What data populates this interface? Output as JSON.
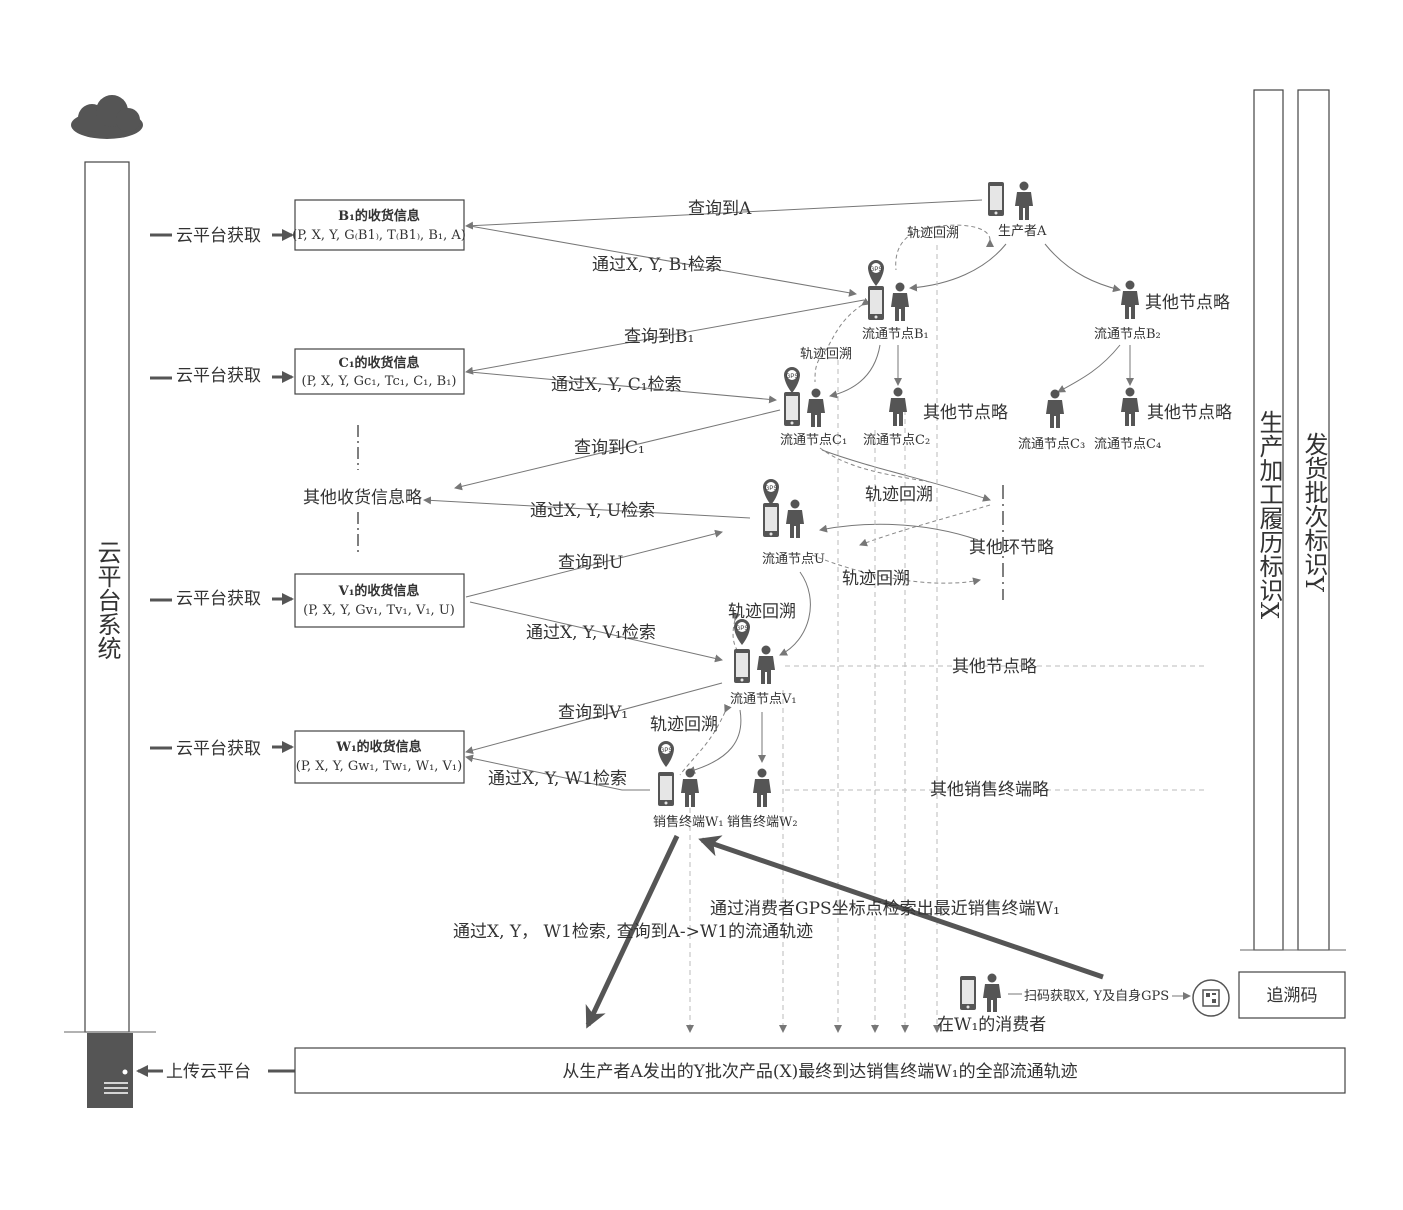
{
  "cloud_system": {
    "label": "云平台系统"
  },
  "side_labels": {
    "production_id": "生产加工履历标识X",
    "shipping_id": "发货批次标识Y"
  },
  "cloud_fetch_label": "云平台获取",
  "upload_label": "上传云平台",
  "info_boxes": {
    "b1": {
      "title": "B₁的收货信息",
      "fields": "(P, X, Y, G₍B1₎, T₍B1₎, B₁, A)"
    },
    "c1": {
      "title": "C₁的收货信息",
      "fields": "(P, X, Y, Gc₁, Tc₁, C₁, B₁)"
    },
    "v1": {
      "title": "V₁的收货信息",
      "fields": "(P, X, Y, Gv₁, Tv₁, V₁, U)"
    },
    "w1": {
      "title": "W₁的收货信息",
      "fields": "(P, X, Y, Gw₁, Tw₁, W₁, V₁)"
    }
  },
  "other_info": "其他收货信息略",
  "edges": {
    "query_a": "查询到A",
    "search_b1": "通过X, Y, B₁检索",
    "query_b1": "查询到B₁",
    "search_c1": "通过X, Y, C₁检索",
    "query_c1": "查询到C₁",
    "search_u": "通过X, Y, U检索",
    "query_u": "查询到U",
    "search_v1": "通过X, Y, V₁检索",
    "query_v1": "查询到V₁",
    "search_w1": "通过X, Y, W1检索"
  },
  "nodes": {
    "producer": "生产者A",
    "b1": "流通节点B₁",
    "b2": "流通节点B₂",
    "c1": "流通节点C₁",
    "c2": "流通节点C₂",
    "c3": "流通节点C₃",
    "c4": "流通节点C₄",
    "u": "流通节点U",
    "v1": "流通节点V₁",
    "w1": "销售终端W₁",
    "w2": "销售终端W₂",
    "consumer": "在W₁的消费者"
  },
  "trace_label": "轨迹回溯",
  "others": {
    "other_nodes": "其他节点略",
    "other_links": "其他环节略",
    "other_terminals": "其他销售终端略"
  },
  "gps_badge": "GPS",
  "consumer_flow": {
    "gps_search": "通过消费者GPS坐标点检索出最近销售终端W₁",
    "full_search": "通过X, Y， W1检索, 查询到A->W1的流通轨迹",
    "scan": "扫码获取X, Y及自身GPS",
    "trace_code": "追溯码"
  },
  "result_bar": "从生产者A发出的Y批次产品(X)最终到达销售终端W₁的全部流通轨迹",
  "colors": {
    "ink": "#333333",
    "icon": "#555555",
    "line": "#777777",
    "faint": "#bbbbbb"
  }
}
